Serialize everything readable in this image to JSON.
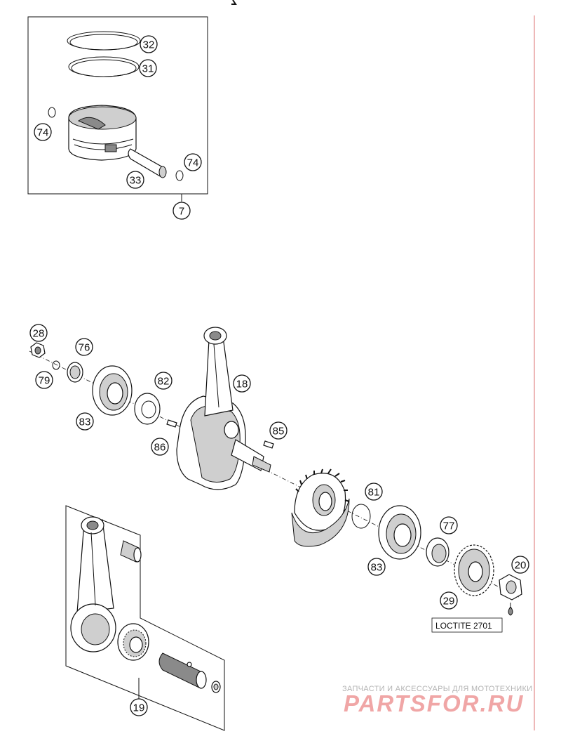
{
  "callouts": {
    "c32": "32",
    "c31": "31",
    "c74a": "74",
    "c74b": "74",
    "c33": "33",
    "c7": "7",
    "c28": "28",
    "c76": "76",
    "c79": "79",
    "c82": "82",
    "c18": "18",
    "c83a": "83",
    "c86": "86",
    "c85": "85",
    "c81": "81",
    "c77": "77",
    "c83b": "83",
    "c20": "20",
    "c29": "29",
    "c19": "19"
  },
  "note": {
    "loctite": "LOCTITE 2701"
  },
  "watermark": {
    "tagline": "ЗАПЧАСТИ И АКСЕССУАРЫ ДЛЯ МОТОТЕХНИКИ",
    "logo": "PARTSFOR.RU"
  },
  "colors": {
    "margin_line": "#e8a0a0",
    "watermark_logo": "#f0a6a6",
    "watermark_text": "#b4b4b4"
  }
}
